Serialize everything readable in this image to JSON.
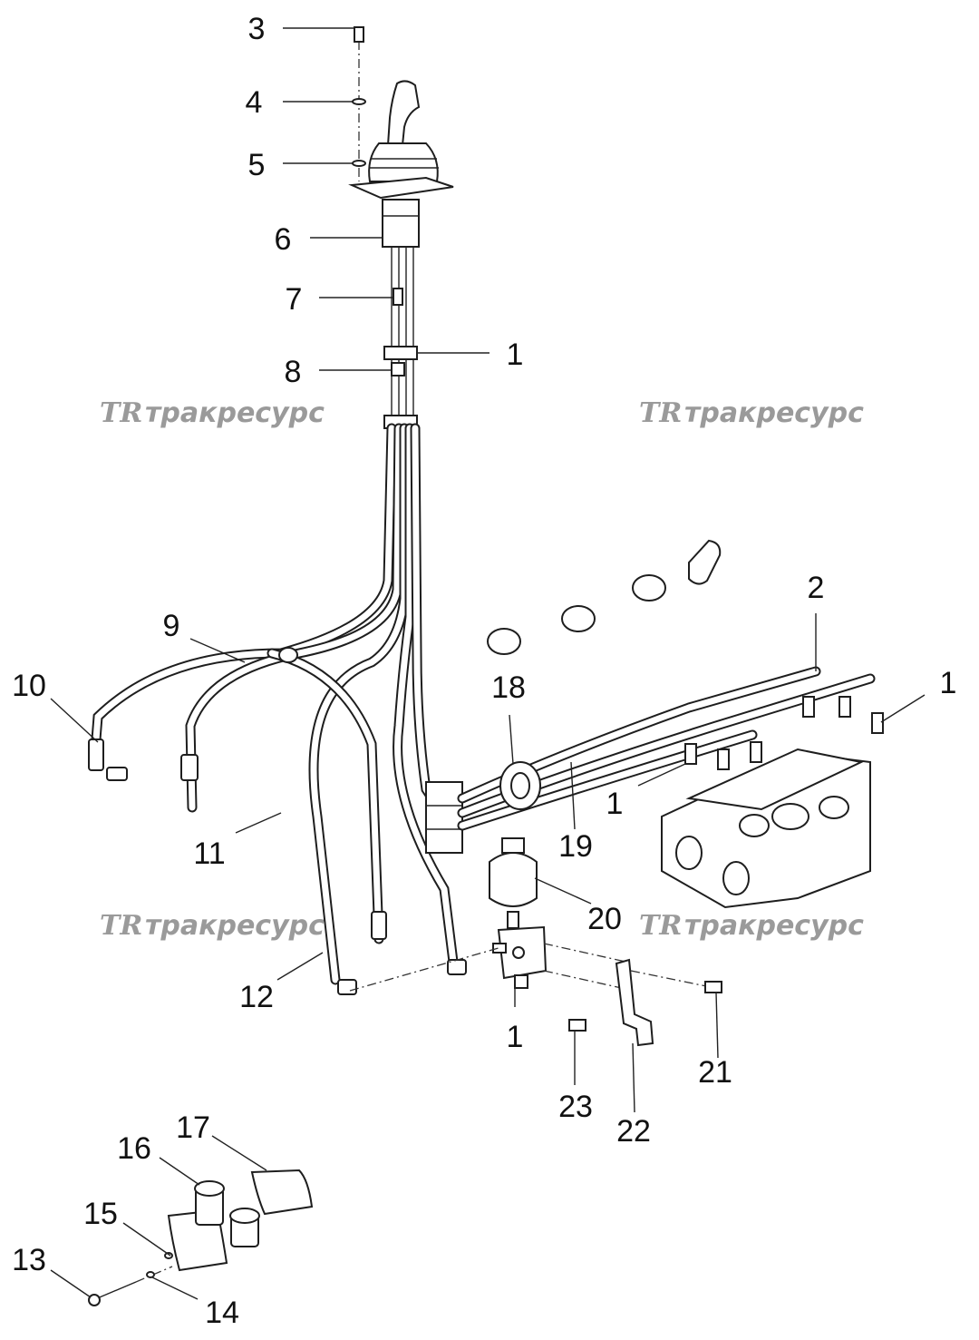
{
  "watermark": {
    "logo_text": "TR",
    "brand_text": "тракресурс"
  },
  "callouts": [
    {
      "id": "c3",
      "text": "3"
    },
    {
      "id": "c4",
      "text": "4"
    },
    {
      "id": "c5",
      "text": "5"
    },
    {
      "id": "c6",
      "text": "6"
    },
    {
      "id": "c7",
      "text": "7"
    },
    {
      "id": "c1a",
      "text": "1"
    },
    {
      "id": "c8",
      "text": "8"
    },
    {
      "id": "c2",
      "text": "2"
    },
    {
      "id": "c1b",
      "text": "1"
    },
    {
      "id": "c9",
      "text": "9"
    },
    {
      "id": "c10",
      "text": "10"
    },
    {
      "id": "c18",
      "text": "18"
    },
    {
      "id": "c1c",
      "text": "1"
    },
    {
      "id": "c19",
      "text": "19"
    },
    {
      "id": "c11",
      "text": "11"
    },
    {
      "id": "c20",
      "text": "20"
    },
    {
      "id": "c12",
      "text": "12"
    },
    {
      "id": "c1d",
      "text": "1"
    },
    {
      "id": "c21",
      "text": "21"
    },
    {
      "id": "c23",
      "text": "23"
    },
    {
      "id": "c22",
      "text": "22"
    },
    {
      "id": "c17",
      "text": "17"
    },
    {
      "id": "c16",
      "text": "16"
    },
    {
      "id": "c15",
      "text": "15"
    },
    {
      "id": "c13",
      "text": "13"
    },
    {
      "id": "c14",
      "text": "14"
    }
  ]
}
